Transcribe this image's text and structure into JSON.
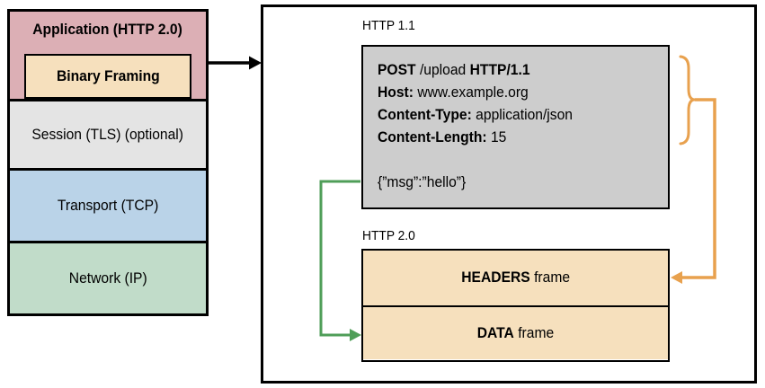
{
  "diagram": {
    "stack": {
      "application": {
        "label": "Application (HTTP 2.0)",
        "color": "#dcafb5"
      },
      "binary_framing": {
        "label": "Binary Framing",
        "color": "#f6e0bd"
      },
      "session": {
        "label": "Session (TLS) (optional)",
        "color": "#e4e4e4"
      },
      "transport": {
        "label": "Transport (TCP)",
        "color": "#bad3e8"
      },
      "network": {
        "label": "Network (IP)",
        "color": "#c1dcc9"
      }
    },
    "http11": {
      "label": "HTTP 1.1",
      "request_bg": "#cdcdcd",
      "request_line": {
        "method": "POST",
        "target": " /upload ",
        "version": "HTTP/1.1"
      },
      "headers": {
        "host": {
          "key": "Host:",
          "value": " www.example.org"
        },
        "content_type": {
          "key": "Content-Type:",
          "value": " application/json"
        },
        "content_length": {
          "key": "Content-Length:",
          "value": " 15"
        }
      },
      "body": "{”msg”:”hello”}"
    },
    "http20": {
      "label": "HTTP 2.0",
      "frame_bg": "#f6e0bd",
      "headers_frame": {
        "name": "HEADERS",
        "suffix": " frame"
      },
      "data_frame": {
        "name": "DATA",
        "suffix": " frame"
      }
    },
    "connectors": {
      "black": "#000000",
      "orange": "#e8a14e",
      "green": "#4f9e58"
    }
  }
}
